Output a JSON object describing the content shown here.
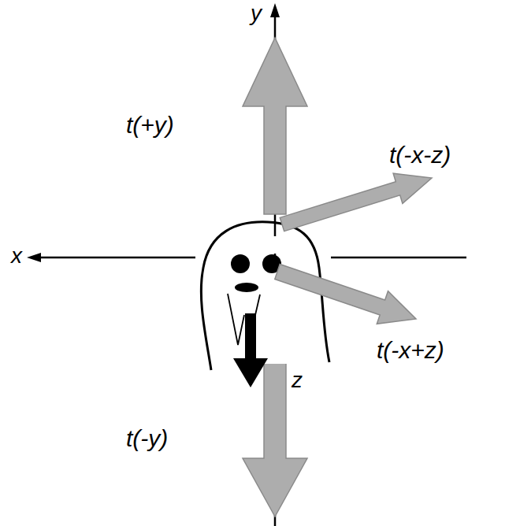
{
  "diagram": {
    "labels": [
      "y",
      "x",
      "t(+y)",
      "t(-x-z)",
      "t(-x+z)",
      "z",
      "t(-y)"
    ]
  }
}
